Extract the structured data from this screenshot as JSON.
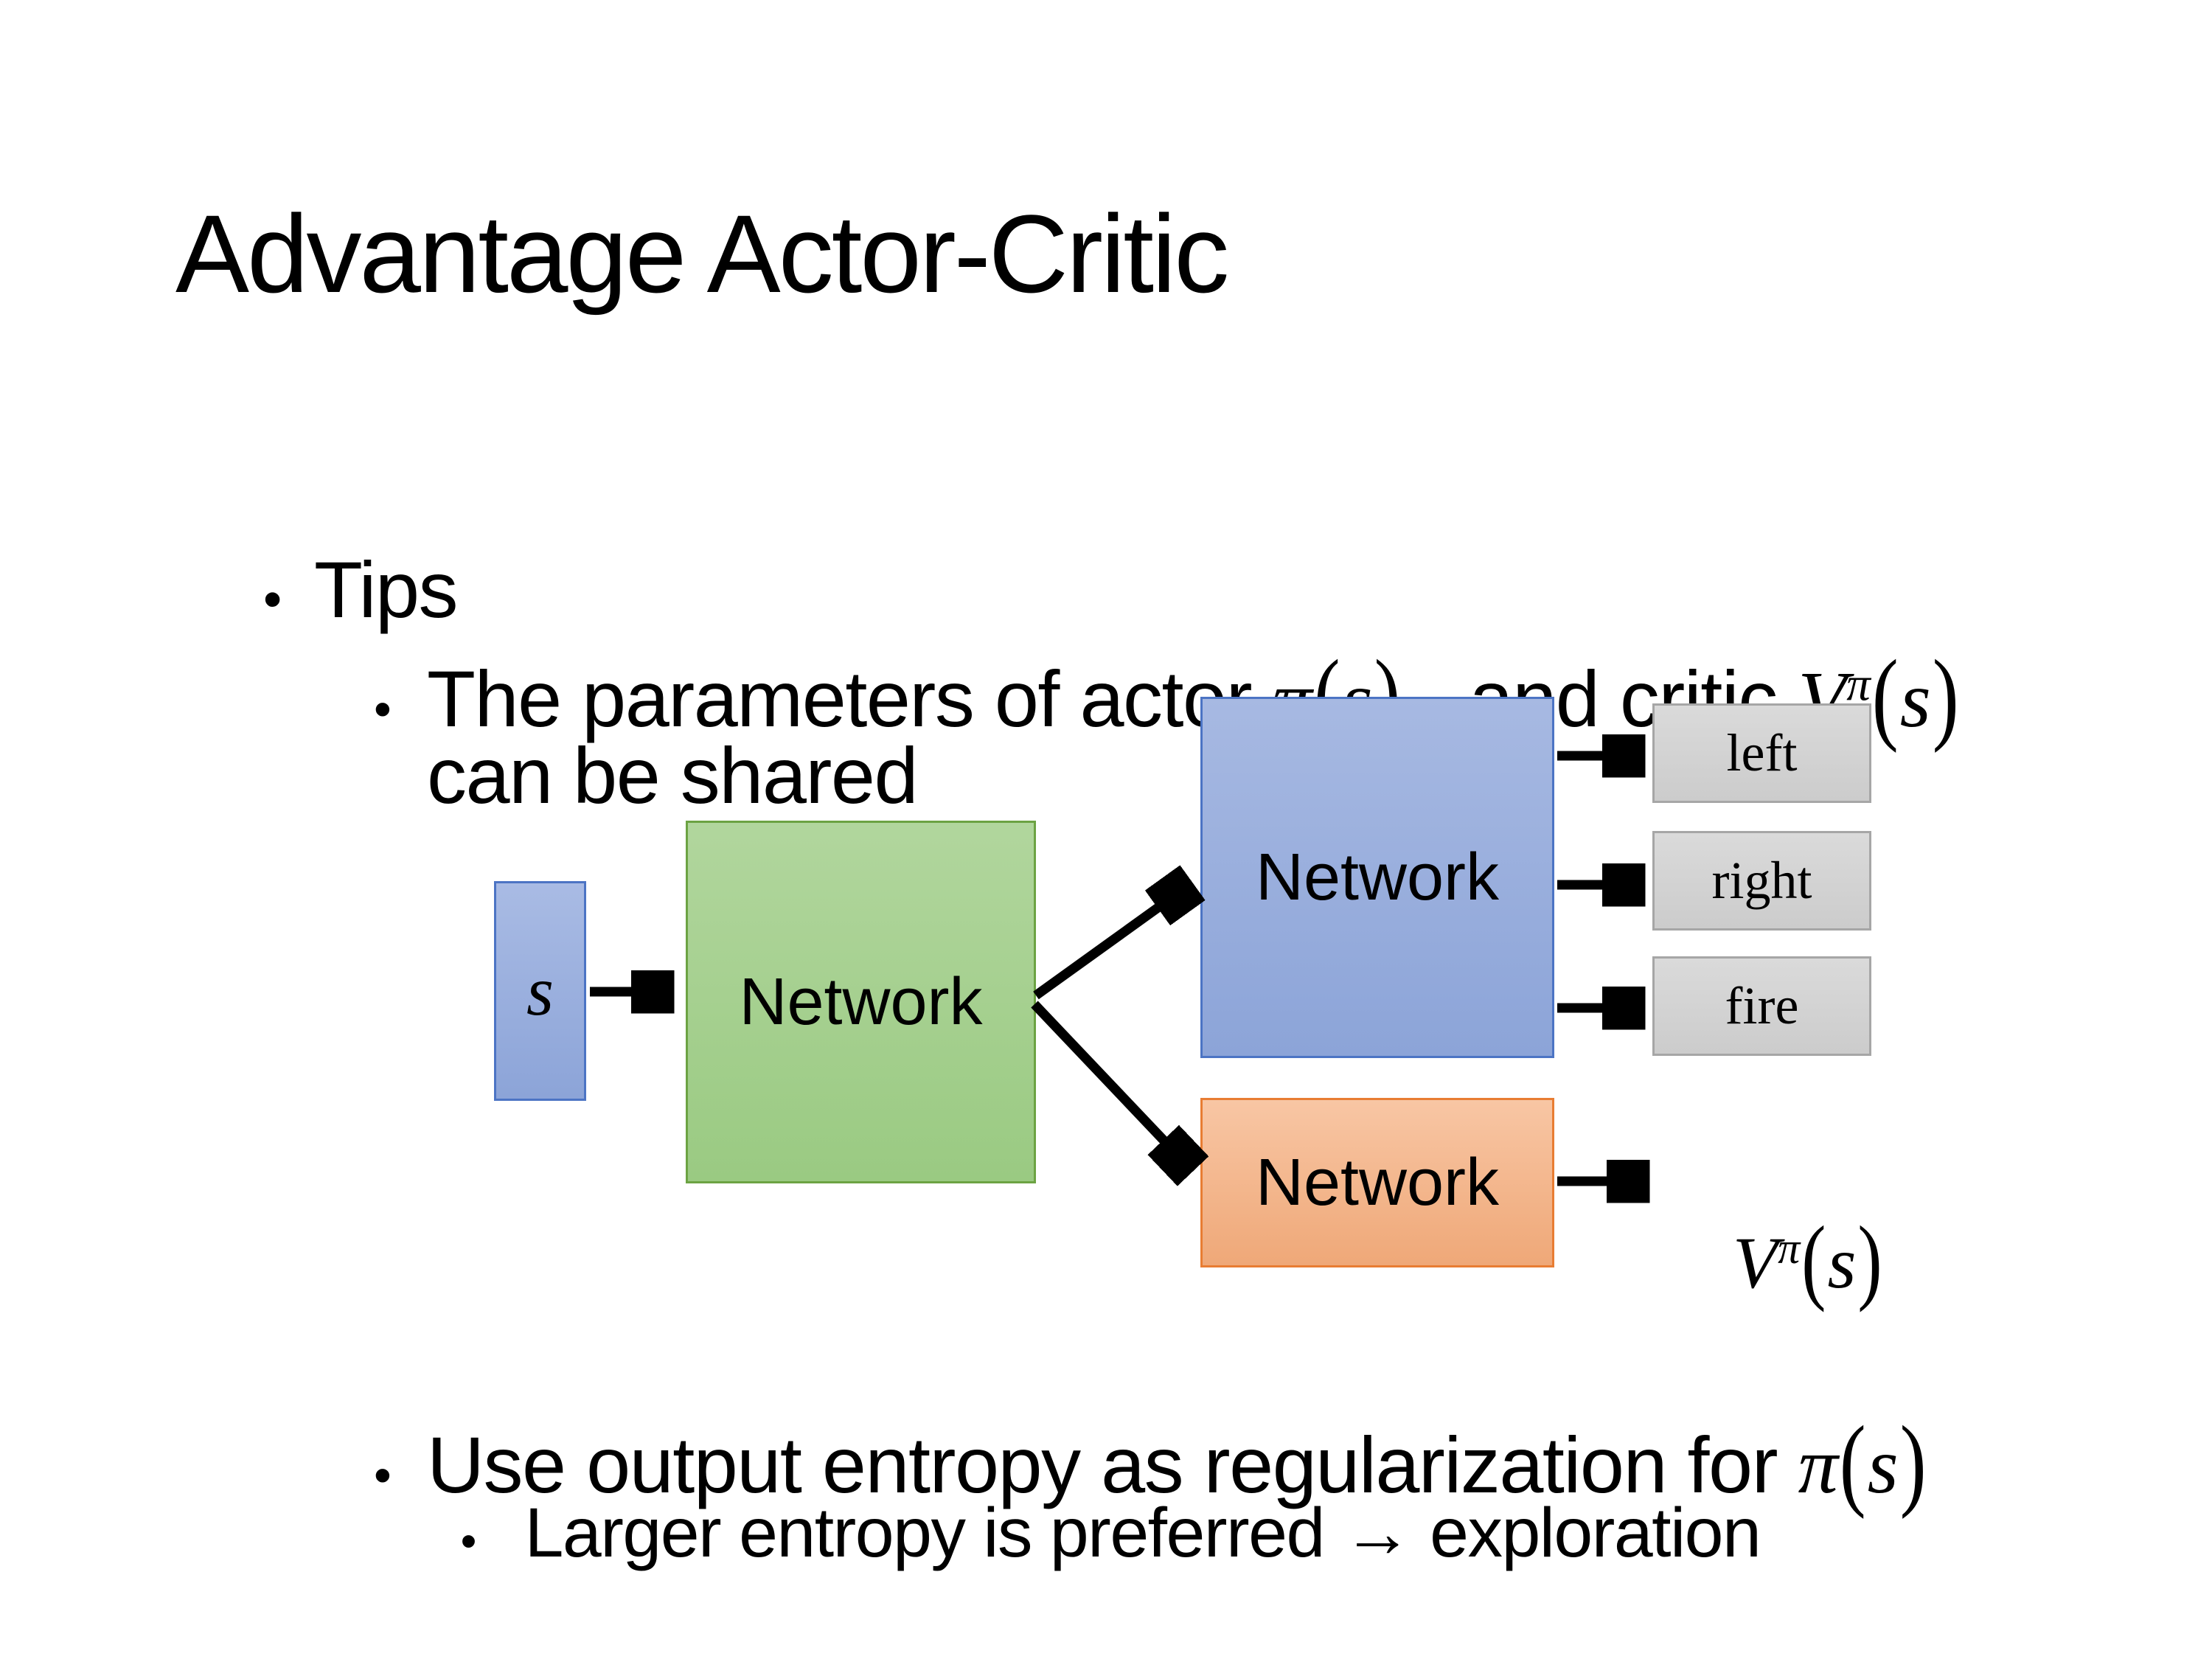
{
  "slide": {
    "title": "Advantage Actor-Critic"
  },
  "bullets": {
    "bullet_glyph": "•",
    "tips_label": "Tips",
    "shared_pre": "The parameters of actor ",
    "shared_mid": "  and critic ",
    "shared_line2": "can be shared",
    "entropy_pre": "Use output entropy as regularization for ",
    "exploration_text": "Larger entropy is preferred → exploration"
  },
  "math": {
    "pi": "π",
    "s": "s",
    "V": "V",
    "lparen": "(",
    "rparen": ")"
  },
  "diagram": {
    "input_label": "s",
    "shared_network_label": "Network",
    "actor_network_label": "Network",
    "critic_network_label": "Network",
    "actions": [
      "left",
      "right",
      "fire"
    ]
  },
  "colors": {
    "background": "#FFFFFF",
    "text": "#000000",
    "blue_fill": "#9AAFDD",
    "blue_border": "#4C74C4",
    "green_fill": "#A5D08F",
    "green_border": "#6CA343",
    "orange_fill": "#F4B78E",
    "orange_border": "#E87D33",
    "grey_fill": "#D3D3D3",
    "grey_border": "#A6A6A6",
    "arrow": "#000000"
  }
}
